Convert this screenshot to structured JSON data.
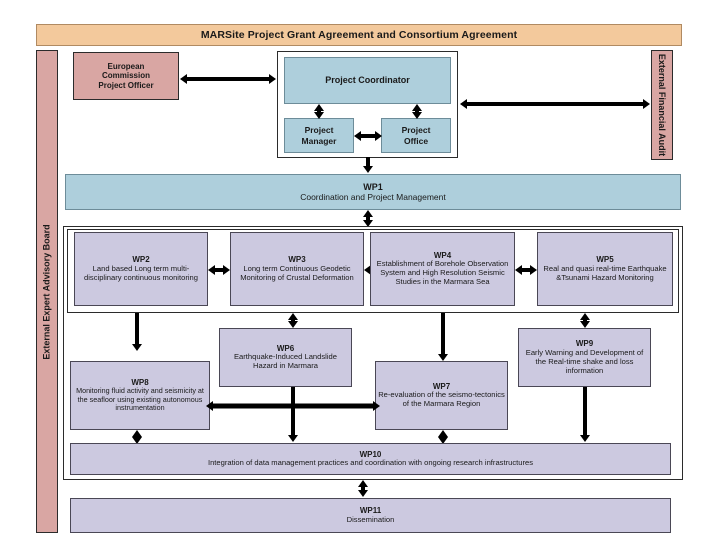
{
  "diagram": {
    "header_banner": {
      "label": "MARSite Project Grant Agreement and  Consortium Agreement"
    },
    "left_sidebar": {
      "label": "External Expert Advisory Board"
    },
    "right_sidebar": {
      "label": "External Financial Audit"
    },
    "management": {
      "ec_officer": {
        "line1": "European",
        "line2": "Commission",
        "line3": "Project Officer"
      },
      "coordinator": {
        "label": "Project Coordinator"
      },
      "manager": {
        "line1": "Project",
        "line2": "Manager"
      },
      "office": {
        "line1": "Project",
        "line2": "Office"
      }
    },
    "workpackages": [
      {
        "id": "wp1",
        "code": "WP1",
        "title": "Coordination and Project Management"
      },
      {
        "id": "wp2",
        "code": "WP2",
        "title": "Land based Long term multi-disciplinary continuous monitoring"
      },
      {
        "id": "wp3",
        "code": "WP3",
        "title": "Long term Continuous Geodetic Monitoring of Crustal Deformation"
      },
      {
        "id": "wp4",
        "code": "WP4",
        "title": "Establishment of Borehole Observation System and High Resolution Seismic Studies in the Marmara Sea"
      },
      {
        "id": "wp5",
        "code": "WP5",
        "title": "Real  and quasi real-time Earthquake &Tsunami Hazard Monitoring"
      },
      {
        "id": "wp6",
        "code": "WP6",
        "title": "Earthquake-Induced Landslide Hazard in Marmara"
      },
      {
        "id": "wp7",
        "code": "WP7",
        "title": "Re-evaluation of the seismo-tectonics of the Marmara Region"
      },
      {
        "id": "wp8",
        "code": "WP8",
        "title": "Monitoring fluid activity and seismicity at the seafloor using existing autonomous instrumentation"
      },
      {
        "id": "wp9",
        "code": "WP9",
        "title": "Early Warning and Development of the Real-time shake and loss information"
      },
      {
        "id": "wp10",
        "code": "WP10",
        "title": "Integration of data management practices and coordination with ongoing research infrastructures"
      },
      {
        "id": "wp11",
        "code": "WP11",
        "title": "Dissemination"
      }
    ],
    "colors": {
      "header_banner": "#f3c99c",
      "advisory_rose": "#d9a6a3",
      "management_blue": "#aecfdc",
      "workpackage_lavender": "#ccc9e0",
      "arrow": "#000000",
      "background": "#ffffff"
    }
  }
}
